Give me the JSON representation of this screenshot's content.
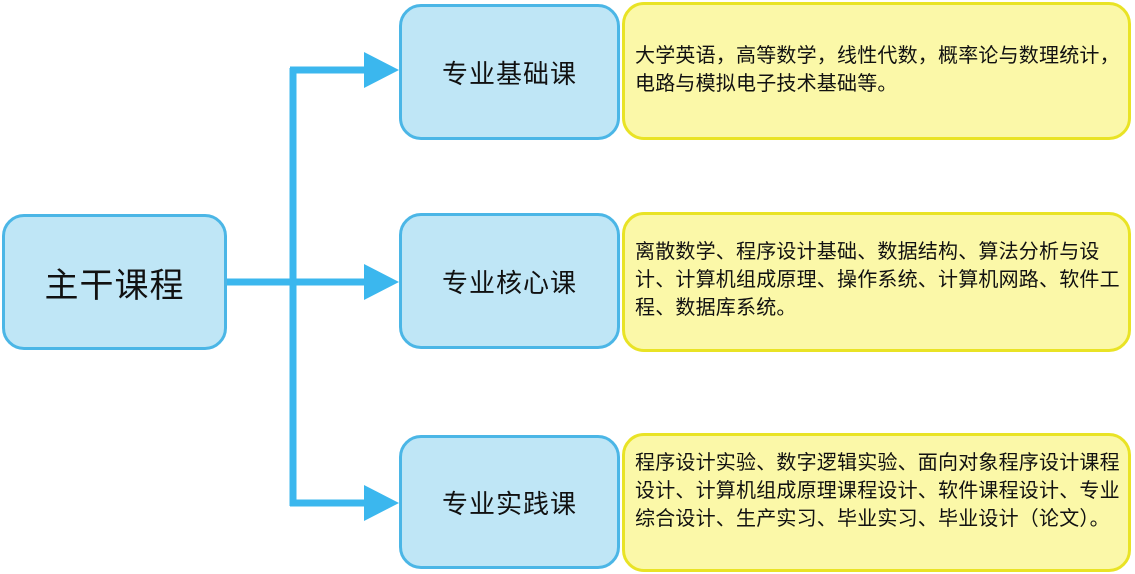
{
  "root": {
    "label": "主干课程"
  },
  "branches": [
    {
      "label": "专业基础课",
      "description": "大学英语，高等数学，线性代数，概率论与数理统计，电路与模拟电子技术基础等。"
    },
    {
      "label": "专业核心课",
      "description": "离散数学、程序设计基础、数据结构、算法分析与设计、计算机组成原理、操作系统、计算机网路、软件工程、数据库系统。"
    },
    {
      "label": "专业实践课",
      "description": "程序设计实验、数字逻辑实验、面向对象程序设计课程设计、计算机组成原理课程设计、软件课程设计、专业综合设计、生产实习、毕业实习、毕业设计（论文）。"
    }
  ],
  "colors": {
    "connector": "#3bb7ee",
    "node_fill": "#bfe6f6",
    "node_border": "#4bb6e6",
    "note_fill": "#fbf8a8",
    "note_border": "#e9e325"
  }
}
